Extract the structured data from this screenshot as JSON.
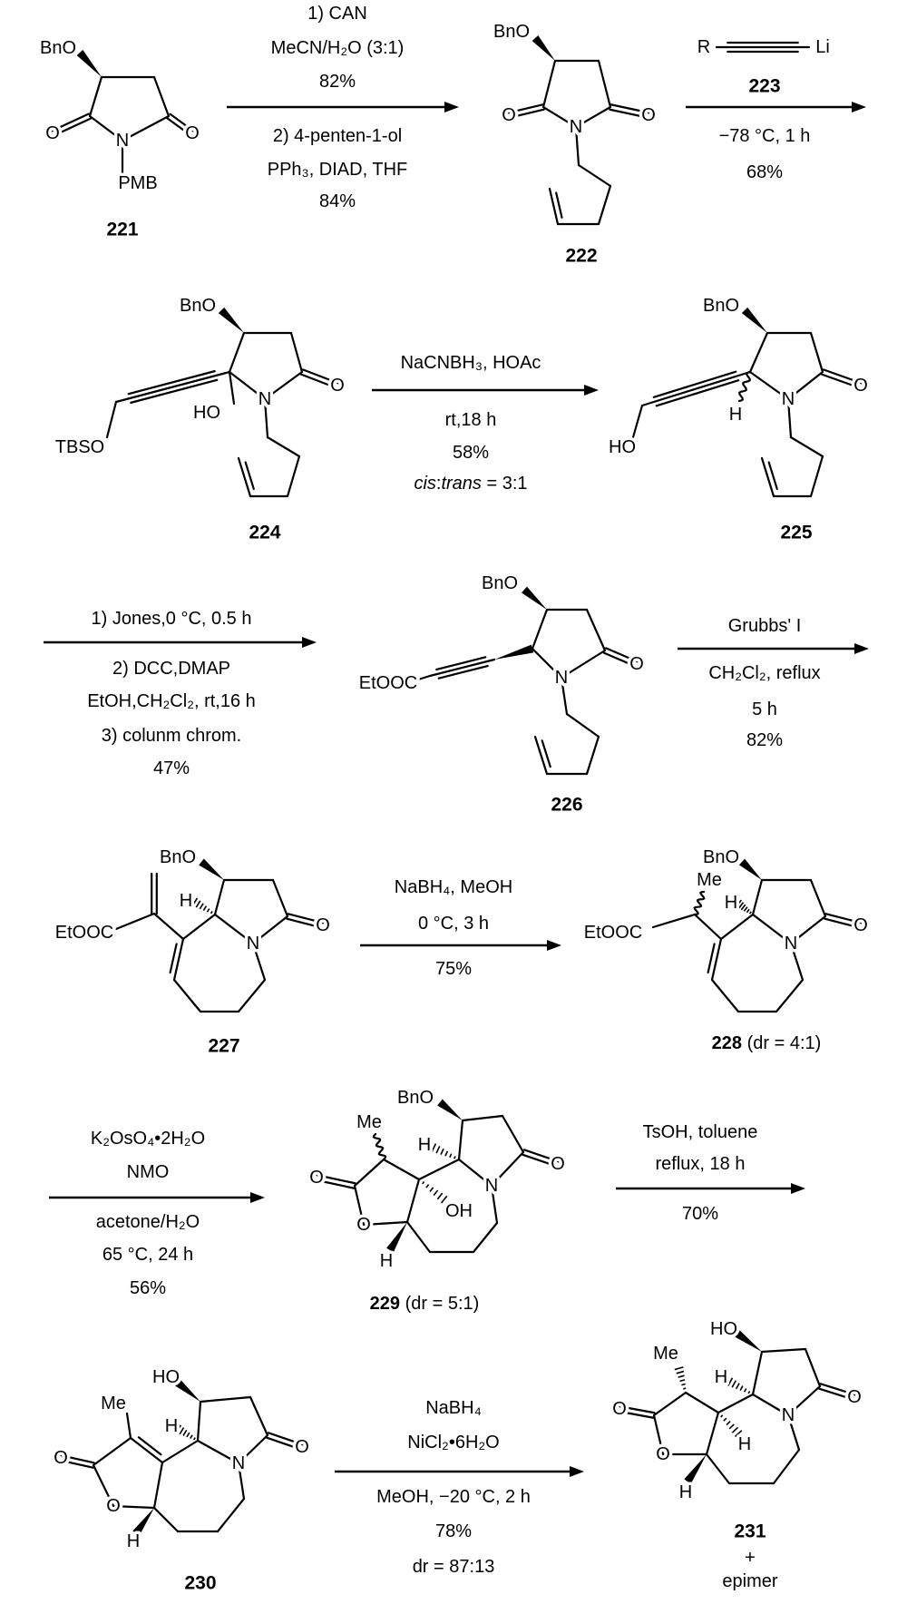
{
  "compounds": {
    "c221": {
      "id": "221",
      "atoms": {
        "bno": "BnO",
        "o_left": "O",
        "o_right": "O",
        "n": "N",
        "pmb": "PMB"
      }
    },
    "c222": {
      "id": "222",
      "atoms": {
        "bno": "BnO",
        "o_left": "O",
        "o_right": "O",
        "n": "N"
      }
    },
    "c223": {
      "id": "223",
      "atoms": {
        "r": "R",
        "li": "Li"
      }
    },
    "c224": {
      "id": "224",
      "atoms": {
        "bno": "BnO",
        "ho": "HO",
        "tbso": "TBSO",
        "n": "N",
        "o": "O"
      }
    },
    "c225": {
      "id": "225",
      "atoms": {
        "bno": "BnO",
        "ho": "HO",
        "h": "H",
        "n": "N",
        "o": "O"
      }
    },
    "c226": {
      "id": "226",
      "atoms": {
        "bno": "BnO",
        "etooc": "EtOOC",
        "n": "N",
        "o": "O"
      }
    },
    "c227": {
      "id": "227",
      "atoms": {
        "bno": "BnO",
        "etooc": "EtOOC",
        "h": "H",
        "n": "N",
        "o": "O"
      }
    },
    "c228": {
      "id": "228",
      "note": " (dr = 4:1)",
      "atoms": {
        "bno": "BnO",
        "etooc": "EtOOC",
        "me": "Me",
        "h": "H",
        "n": "N",
        "o": "O"
      }
    },
    "c229": {
      "id": "229",
      "note": " (dr = 5:1)",
      "atoms": {
        "bno": "BnO",
        "me": "Me",
        "h": "H",
        "h2": "H",
        "oh": "OH",
        "o_carbonyl": "O",
        "o_ring": "O",
        "n": "N",
        "o": "O"
      }
    },
    "c230": {
      "id": "230",
      "atoms": {
        "ho": "HO",
        "me": "Me",
        "h": "H",
        "h2": "H",
        "o_carbonyl": "O",
        "o_ring": "O",
        "n": "N",
        "o": "O"
      }
    },
    "c231": {
      "id": "231",
      "plus": "+",
      "epimer": "epimer",
      "atoms": {
        "ho": "HO",
        "me": "Me",
        "h": "H",
        "h2": "H",
        "h3": "H",
        "o_carbonyl": "O",
        "o_ring": "O",
        "n": "N",
        "o": "O"
      }
    }
  },
  "steps": [
    {
      "above": [
        "1) CAN",
        "MeCN/H₂O (3:1)",
        "82%"
      ],
      "below": [
        "2) 4-penten-1-ol",
        "PPh₃, DIAD, THF",
        "84%"
      ]
    },
    {
      "above": [],
      "below": [
        "−78 °C, 1 h",
        "68%"
      ]
    },
    {
      "above": [
        "NaCNBH₃, HOAc"
      ],
      "below": [
        "rt,18 h",
        "58%"
      ],
      "ratio": {
        "a": "cis",
        "sep": ":",
        "b": "trans",
        "rest": " = 3:1"
      }
    },
    {
      "above": [
        "1) Jones,0 °C, 0.5 h"
      ],
      "below": [
        "2) DCC,DMAP",
        "EtOH,CH₂Cl₂, rt,16 h",
        "3) colunm chrom.",
        "47%"
      ]
    },
    {
      "above": [
        "Grubbs' I"
      ],
      "below": [
        "CH₂Cl₂, reflux",
        "5 h",
        "82%"
      ]
    },
    {
      "above": [
        "NaBH₄, MeOH",
        "0 °C, 3 h"
      ],
      "below": [
        "75%"
      ]
    },
    {
      "above": [
        "K₂OsO₄•2H₂O",
        "NMO"
      ],
      "below": [
        "acetone/H₂O",
        "65 °C, 24 h",
        "56%"
      ]
    },
    {
      "above": [
        "TsOH, toluene",
        "reflux, 18 h"
      ],
      "below": [
        "70%"
      ]
    },
    {
      "above": [
        "NaBH₄",
        "NiCl₂•6H₂O"
      ],
      "below": [
        "MeOH, −20 °C, 2 h",
        "78%",
        "dr = 87:13"
      ]
    }
  ]
}
